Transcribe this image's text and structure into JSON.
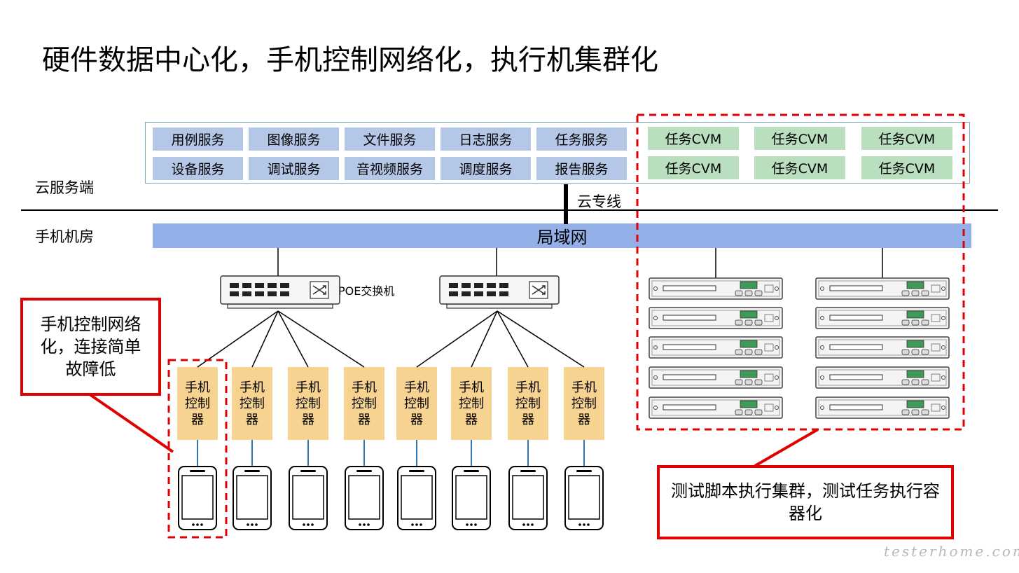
{
  "title": "硬件数据中心化，手机控制网络化，执行机集群化",
  "zones": {
    "cloud": "云服务端",
    "room": "手机机房"
  },
  "services": [
    [
      "用例服务",
      "图像服务",
      "文件服务",
      "日志服务",
      "任务服务"
    ],
    [
      "设备服务",
      "调试服务",
      "音视频服务",
      "调度服务",
      "报告服务"
    ]
  ],
  "cvms": [
    [
      "任务CVM",
      "任务CVM",
      "任务CVM"
    ],
    [
      "任务CVM",
      "任务CVM",
      "任务CVM"
    ]
  ],
  "cloud_line_label": "云专线",
  "lan_label": "局域网",
  "poe_label": "POE交换机",
  "controller_label": "手机控制器",
  "controller_count": 8,
  "server_count_per_rack": 5,
  "callouts": {
    "left": "手机控制网络化，连接简单故障低",
    "right": "测试脚本执行集群，测试任务执行容器化"
  },
  "watermark": "testerhome.com",
  "colors": {
    "service": "#b4c7e7",
    "cvm": "#b9dfbf",
    "lan": "#93b1e8",
    "controller": "#f7d391",
    "callout_border": "#e00000"
  }
}
